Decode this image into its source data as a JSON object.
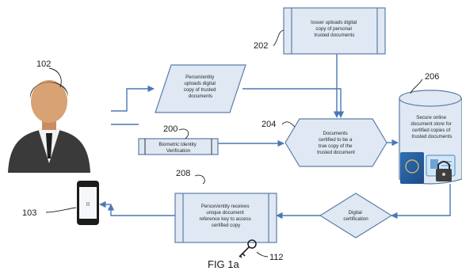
{
  "nodes": {
    "issuer_upload": [
      "Issuer uploads digital",
      "copy of personal",
      "trusted documents"
    ],
    "person_upload": [
      "Person/entity",
      "uploads digital",
      "copy of trusted",
      "documents"
    ],
    "biometric": [
      "Biometric Identity",
      "Verification"
    ],
    "certify": [
      "Documents",
      "certified to be a",
      "true copy of the",
      "trusted document"
    ],
    "store": [
      "Secure online",
      "document store for",
      "certified copies of",
      "trusted documents"
    ],
    "digital_cert": [
      "Digital",
      "certification"
    ],
    "receive_key": [
      "Person/entity receives",
      "unique document",
      "reference key to access",
      "certified copy"
    ]
  },
  "refs": {
    "r102": "102",
    "r103": "103",
    "r200": "200",
    "r202": "202",
    "r204": "204",
    "r206": "206",
    "r208": "208",
    "r112": "112"
  },
  "phone_screen": "|||",
  "figure_label": "FIG 1a",
  "colors": {
    "flow": "#4a78b5",
    "shape_fill": "#dfe8f3",
    "shape_stroke": "#5b7fa8"
  }
}
